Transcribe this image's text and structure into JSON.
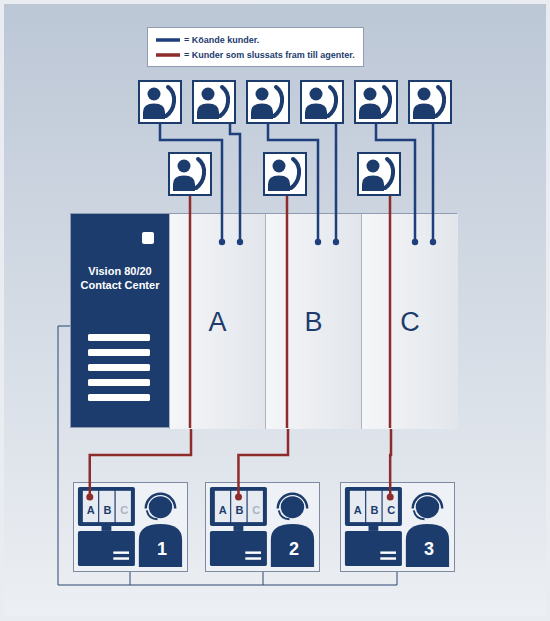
{
  "diagram": {
    "nodes": [
      {
        "text": [
          "Vision 80/20 Contact Center"
        ]
      },
      {
        "text": [
          "A"
        ],
        "in": 0
      },
      {
        "text": [
          "B"
        ],
        "in": 0
      },
      {
        "text": [
          "C"
        ],
        "in": 0
      },
      {
        "text": [
          "A",
          "B",
          "C",
          "1"
        ]
      },
      {
        "text": [
          "A",
          "B",
          "C",
          "2"
        ]
      },
      {
        "text": [
          "A",
          "B",
          "C",
          "3"
        ]
      }
    ],
    "edges": [
      {
        "from": 1,
        "to": 4,
        "arrow": "none"
      },
      {
        "from": 2,
        "to": 5,
        "arrow": "none"
      },
      {
        "from": 3,
        "to": 6,
        "arrow": "none"
      }
    ],
    "legend": [
      {
        "text": "= Köande kunder."
      },
      {
        "text": "= Kunder som slussats fram till agenter."
      }
    ]
  }
}
